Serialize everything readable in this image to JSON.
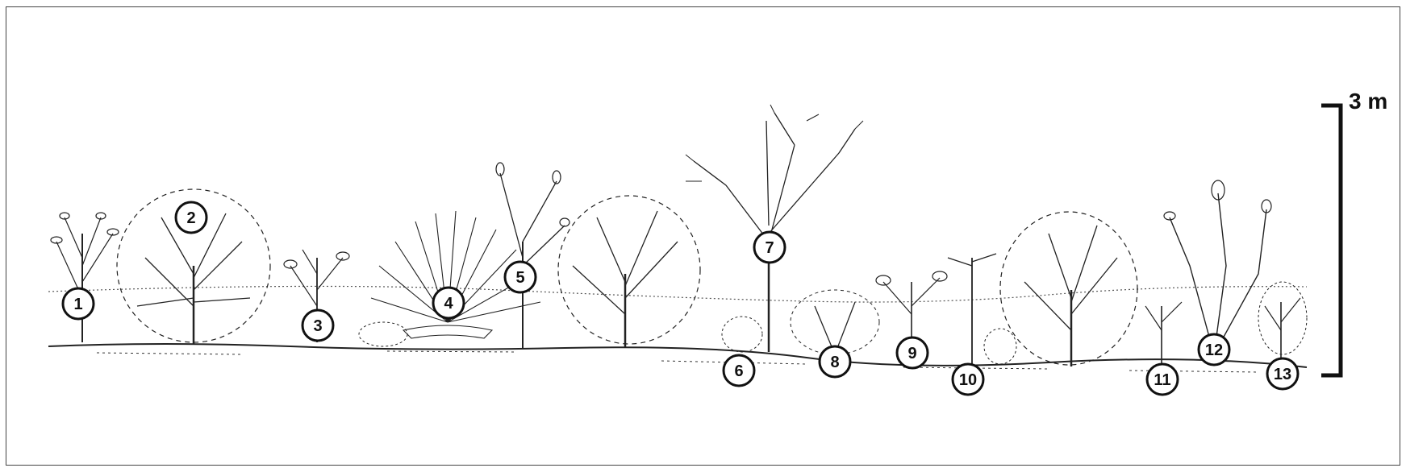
{
  "figure": {
    "scale_label": "3 m",
    "markers": [
      "1",
      "2",
      "3",
      "4",
      "5",
      "6",
      "7",
      "8",
      "9",
      "10",
      "11",
      "12",
      "13"
    ]
  },
  "colors": {
    "ink": "#222222",
    "accent_plant": "#6a5a8a"
  }
}
